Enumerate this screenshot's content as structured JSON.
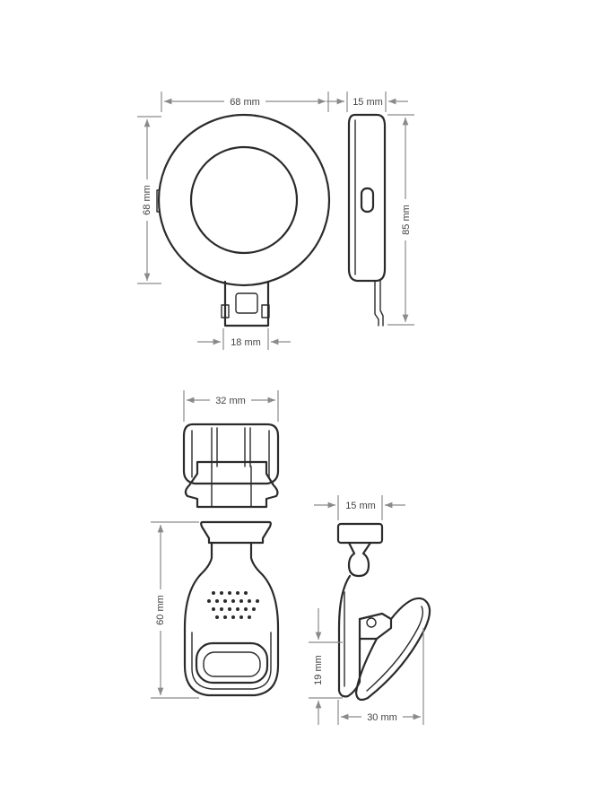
{
  "labels": {
    "ring_width": "68 mm",
    "ring_height": "68 mm",
    "side_depth": "15 mm",
    "total_height": "85 mm",
    "tab_width": "18 mm",
    "clip_top_width": "32 mm",
    "clip_height": "60 mm",
    "clip_side_width": "15 mm",
    "clip_jaw": "19 mm",
    "clip_open": "30 mm"
  },
  "colors": {
    "ink": "#2b2b2b",
    "dimension": "#8a8a8a"
  }
}
